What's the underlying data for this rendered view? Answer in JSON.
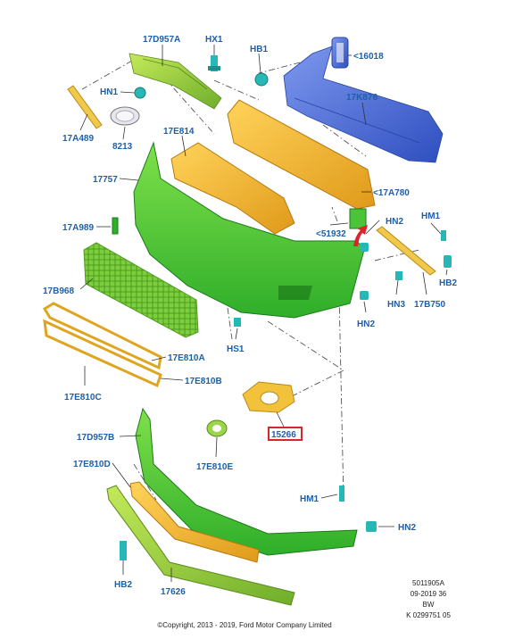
{
  "labels": {
    "p17D957A": "17D957A",
    "pHX1": "HX1",
    "pHB1_top": "HB1",
    "p16018": "<16018",
    "pHN1": "HN1",
    "p17K876": "17K876",
    "p17A489": "17A489",
    "p8213": "8213",
    "p17E814": "17E814",
    "p17757": "17757",
    "p17A780": "<17A780",
    "p17A989": "17A989",
    "p51932": "<51932",
    "pHN2_a": "HN2",
    "pHM1_a": "HM1",
    "p17B968": "17B968",
    "pHB2_a": "HB2",
    "pHN3": "HN3",
    "p17B750": "17B750",
    "pHN2_b": "HN2",
    "pHS1": "HS1",
    "p17E810A": "17E810A",
    "p17E810B": "17E810B",
    "p17E810C": "17E810C",
    "p15266": "15266",
    "p17D957B": "17D957B",
    "p17E810D": "17E810D",
    "p17E810E": "17E810E",
    "pHM1_b": "HM1",
    "pHN2_c": "HN2",
    "pHB2_b": "HB2",
    "p17626": "17626"
  },
  "info_block": {
    "line1": "5011905A",
    "line2": "09-2019 36",
    "line3": "BW",
    "line4": "K 0299751 05"
  },
  "copyright": "©Copyright, 2013 - 2019, Ford Motor Company Limited",
  "colors": {
    "label_blue": "#1f5fa8",
    "part_green": "#5fd23a",
    "part_lightgreen": "#9bd64a",
    "part_yellow": "#f0b732",
    "part_blue": "#4f6fd6",
    "part_teal": "#27b8b6",
    "highlight_red": "#d8262c"
  }
}
